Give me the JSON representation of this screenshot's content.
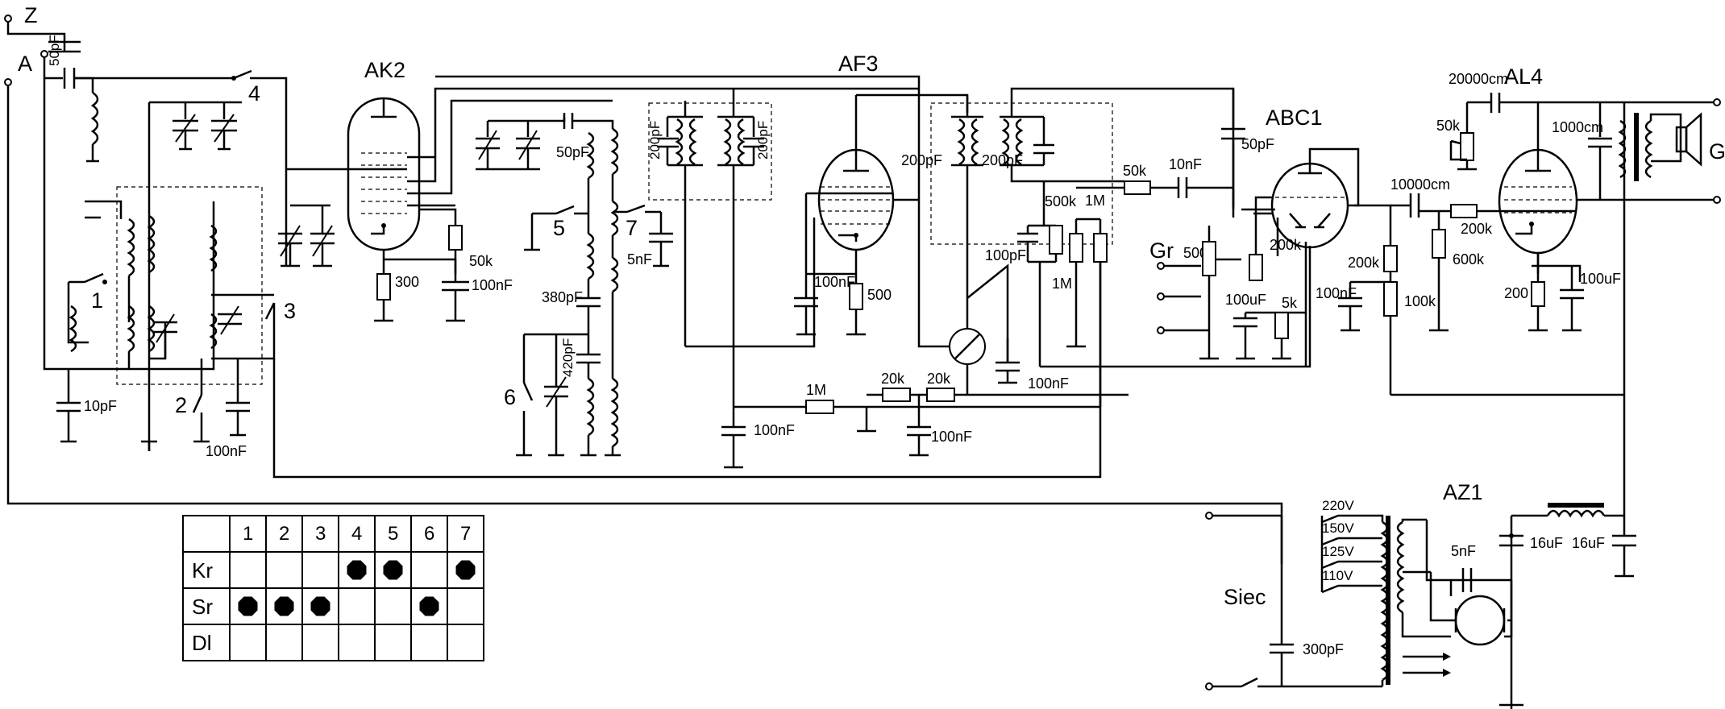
{
  "inputs": {
    "z": "Z",
    "a": "A",
    "z_cap": "50pF"
  },
  "tubes": {
    "ak2": "AK2",
    "af3": "AF3",
    "abc1": "ABC1",
    "al4": "AL4",
    "az1": "AZ1"
  },
  "switch_numbers": [
    "1",
    "2",
    "3",
    "4",
    "5",
    "6",
    "7"
  ],
  "connectors": {
    "volume": "Gr",
    "speaker": "Gl",
    "mains": "Siec"
  },
  "component_labels": {
    "c_10pf": "10pF",
    "c_100nf_tuner": "100nF",
    "r_50k_ak2": "50k",
    "r_300": "300",
    "c_100nf_ak2": "100nF",
    "c_50pf_osc": "50pF",
    "c_5nf": "5nF",
    "c_380pf": "380pF",
    "c_420pf": "420pF",
    "c_200pf_if1a": "200pF",
    "c_200pf_if1b": "200pF",
    "c_200pf_if2a": "200pF",
    "c_200pf_if2b": "200pF",
    "c_100nf_af3": "100nF",
    "r_500": "500",
    "r_1m_agc": "1M",
    "r_20k_a": "20k",
    "r_20k_b": "20k",
    "c_100nf_agc": "100nF",
    "c_100nf_agc2": "100nF",
    "c_100nf_meter": "100nF",
    "c_100pf_det": "100pF",
    "r_500k_det": "500k",
    "r_1m_det_a": "1M",
    "r_1m_det_b": "1M",
    "r_50k_det": "50k",
    "c_10nf": "10nF",
    "c_50pf_det": "50pF",
    "pot_500k": "500k",
    "r_200k_abc": "200k",
    "c_100uf_abc": "100uF",
    "r_5k": "5k",
    "c_100nf_abc": "100nF",
    "r_200k_dec": "200k",
    "r_100k": "100k",
    "c_10000cm": "10000cm",
    "r_200k_grid": "200k",
    "r_600k": "600k",
    "c_20000cm": "20000cm",
    "pot_50k": "50k",
    "c_1000cm": "1000cm",
    "r_200": "200",
    "c_100uf_al4": "100uF",
    "c_16uf_a": "16uF",
    "c_16uf_b": "16uF",
    "c_5nf_rect": "5nF",
    "c_300pf": "300pF",
    "v_220": "220V",
    "v_150": "150V",
    "v_125": "125V",
    "v_110": "110V"
  },
  "band_table": {
    "columns": [
      "1",
      "2",
      "3",
      "4",
      "5",
      "6",
      "7"
    ],
    "rows": [
      {
        "label": "Kr",
        "on": [
          4,
          5,
          7
        ]
      },
      {
        "label": "Sr",
        "on": [
          1,
          2,
          3,
          6
        ]
      },
      {
        "label": "Dl",
        "on": []
      }
    ]
  }
}
